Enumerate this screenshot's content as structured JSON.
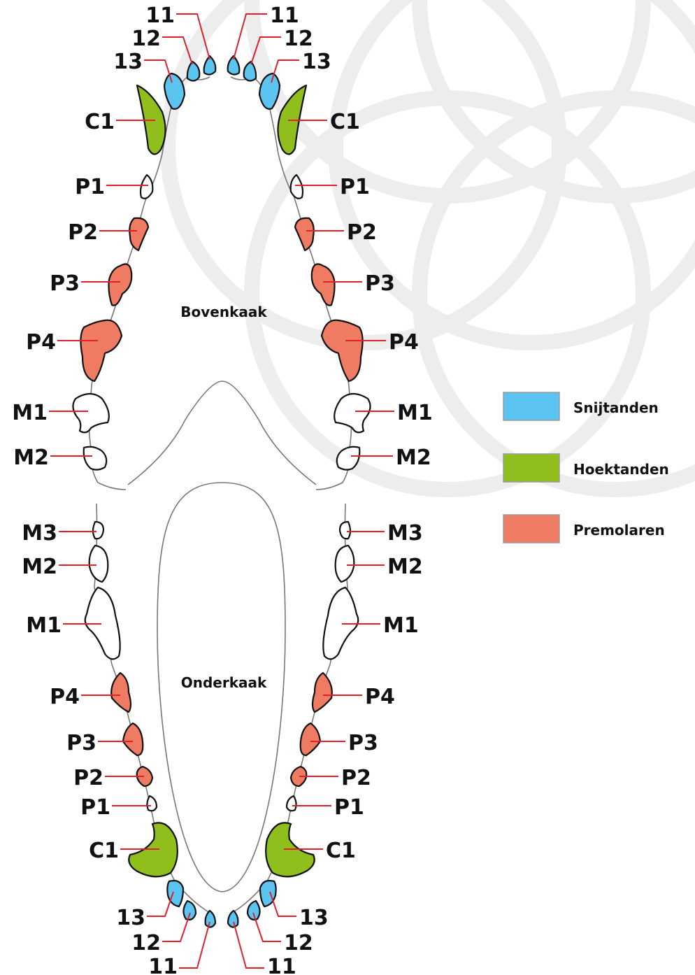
{
  "jaws": {
    "upper": "Bovenkaak",
    "lower": "Onderkaak"
  },
  "legend": [
    {
      "label": "Snijtanden",
      "color": "#5bc4f1"
    },
    {
      "label": "Hoektanden",
      "color": "#8fbe1d"
    },
    {
      "label": "Premolaren",
      "color": "#ef7b62"
    }
  ],
  "colors": {
    "incisor": "#5bc4f1",
    "canine": "#8fbe1d",
    "premolar": "#ef7b62",
    "molar": "#ffffff",
    "leader": "#e0202a"
  },
  "upper_labels": {
    "i1": "11",
    "i2": "12",
    "i3": "13",
    "c1": "C1",
    "p1": "P1",
    "p2": "P2",
    "p3": "P3",
    "p4": "P4",
    "m1": "M1",
    "m2": "M2"
  },
  "lower_labels": {
    "m3": "M3",
    "m2": "M2",
    "m1": "M1",
    "p4": "P4",
    "p3": "P3",
    "p2": "P2",
    "p1": "P1",
    "c1": "C1",
    "i3": "13",
    "i2": "12",
    "i1": "11"
  }
}
